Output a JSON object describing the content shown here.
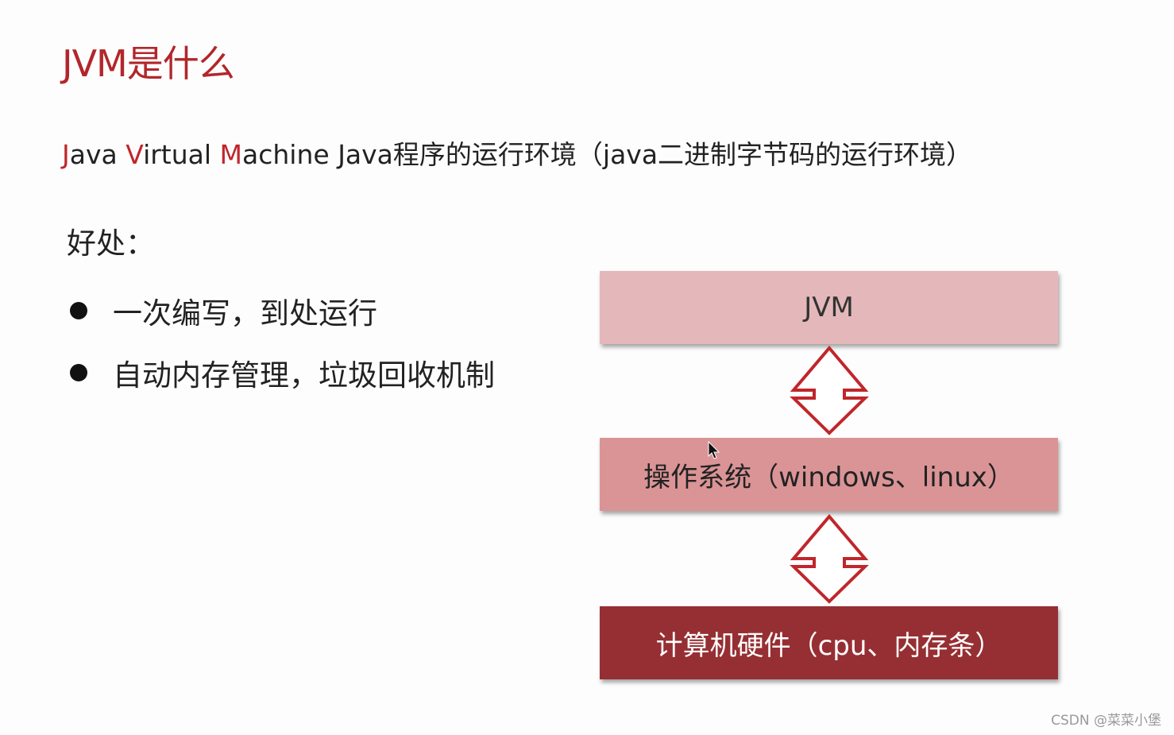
{
  "slide": {
    "title": "JVM是什么",
    "subtitle": {
      "j": "J",
      "ava": "ava ",
      "v": "V",
      "irtual": "irtual ",
      "m": "M",
      "achine": "achine",
      "rest": "  Java程序的运行环境（java二进制字节码的运行环境）"
    },
    "benefits_label": "好处：",
    "bullets": [
      "一次编写，到处运行",
      "自动内存管理，垃圾回收机制"
    ],
    "diagram": {
      "layers": [
        {
          "label": "JVM",
          "color": "#e4b8ba"
        },
        {
          "label": "操作系统（windows、linux）",
          "color": "#da9496"
        },
        {
          "label": "计算机硬件（cpu、内存条）",
          "color": "#962f33"
        }
      ],
      "arrow_color": "#c0262b",
      "arrow_icon": "double-headed-vertical-arrow"
    }
  },
  "watermark": "CSDN @菜菜小堡",
  "accent_color": "#b2262b"
}
